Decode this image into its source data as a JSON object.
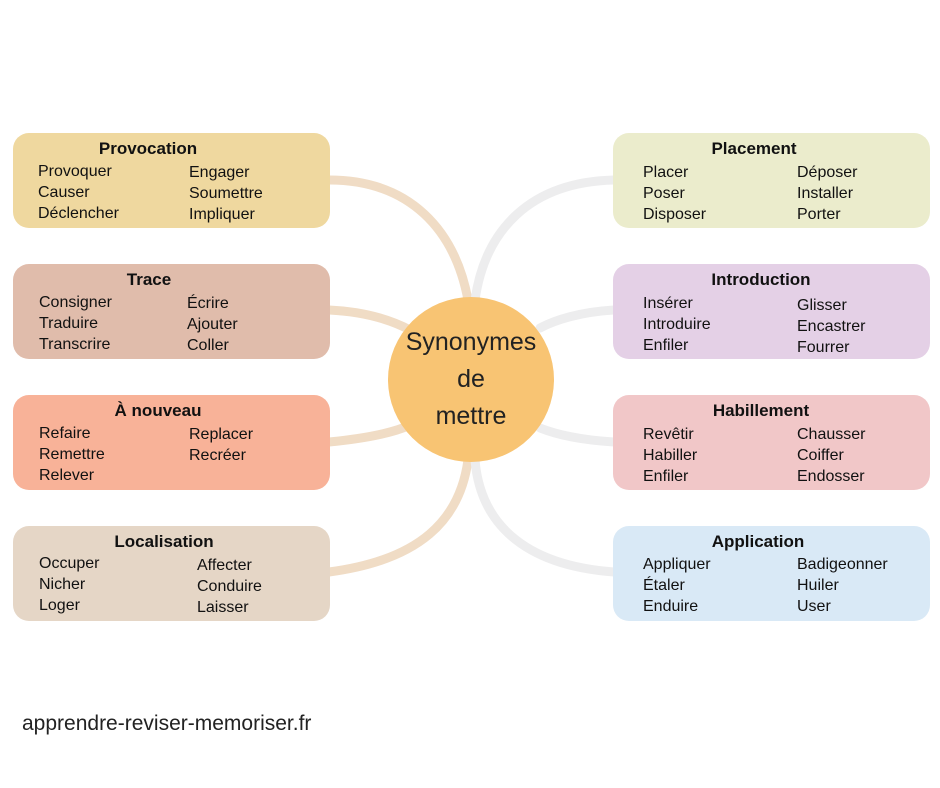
{
  "center": {
    "lines": [
      "Synonymes",
      "de",
      "mettre"
    ],
    "color": "#f8c473"
  },
  "categories": [
    {
      "title": "Provocation",
      "color": "#efd89f",
      "col1": [
        "Provoquer",
        "Causer",
        "Déclencher"
      ],
      "col2": [
        "Engager",
        "Soumettre",
        "Impliquer"
      ]
    },
    {
      "title": "Trace",
      "color": "#e0bcab",
      "col1": [
        "Consigner",
        "Traduire",
        "Transcrire"
      ],
      "col2": [
        "Écrire",
        "Ajouter",
        "Coller"
      ]
    },
    {
      "title": "À nouveau",
      "color": "#f8b298",
      "col1": [
        "Refaire",
        "Remettre",
        "Relever"
      ],
      "col2": [
        "Replacer",
        "Recréer"
      ]
    },
    {
      "title": "Localisation",
      "color": "#e5d6c6",
      "col1": [
        "Occuper",
        "Nicher",
        "Loger"
      ],
      "col2": [
        "Affecter",
        "Conduire",
        "Laisser"
      ]
    },
    {
      "title": "Placement",
      "color": "#ebeccc",
      "col1": [
        "Placer",
        "Poser",
        "Disposer"
      ],
      "col2": [
        "Déposer",
        "Installer",
        "Porter"
      ]
    },
    {
      "title": "Introduction",
      "color": "#e4d0e6",
      "col1": [
        "Insérer",
        "Introduire",
        "Enfiler"
      ],
      "col2": [
        "Glisser",
        "Encastrer",
        "Fourrer"
      ]
    },
    {
      "title": "Habillement",
      "color": "#f1c7c8",
      "col1": [
        "Revêtir",
        "Habiller",
        "Enfiler"
      ],
      "col2": [
        "Chausser",
        "Coiffer",
        "Endosser"
      ]
    },
    {
      "title": "Application",
      "color": "#d9e9f6",
      "col1": [
        "Appliquer",
        "Étaler",
        "Enduire"
      ],
      "col2": [
        "Badigeonner",
        "Huiler",
        "User"
      ]
    }
  ],
  "connector_colors": {
    "left": "#f0dcc5",
    "right": "#ededee"
  },
  "footer": "apprendre-reviser-memoriser.fr"
}
